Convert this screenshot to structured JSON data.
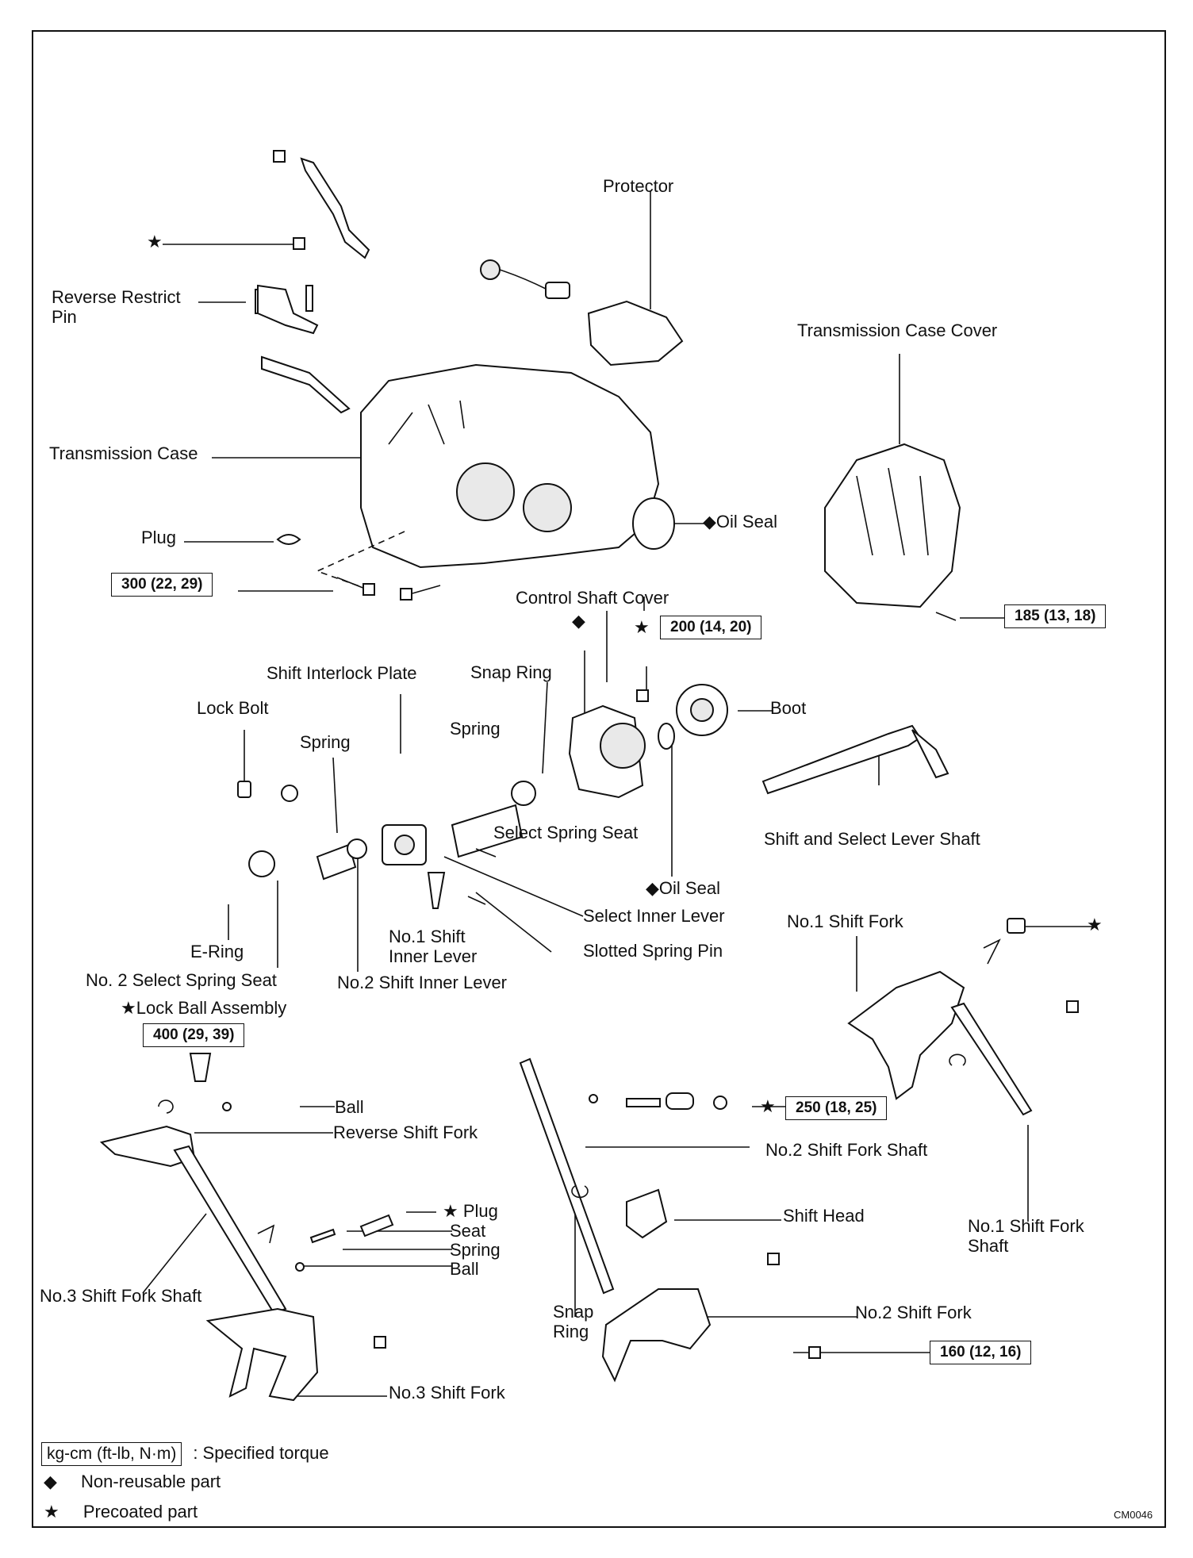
{
  "symbols": {
    "star": "★",
    "diamond": "◆"
  },
  "labels": {
    "protector": "Protector",
    "reverse_restrict_pin": "Reverse Restrict\nPin",
    "transmission_case_cover": "Transmission Case Cover",
    "transmission_case": "Transmission Case",
    "oil_seal_case": "Oil Seal",
    "plug_case": "Plug",
    "control_shaft_cover": "Control Shaft Cover",
    "shift_interlock_plate": "Shift Interlock Plate",
    "snap_ring_top": "Snap Ring",
    "lock_bolt": "Lock Bolt",
    "boot": "Boot",
    "spring_left": "Spring",
    "spring_mid": "Spring",
    "select_spring_seat": "Select Spring Seat",
    "shift_select_lever_shaft": "Shift and Select Lever Shaft",
    "oil_seal_control": "Oil Seal",
    "select_inner_lever": "Select Inner Lever",
    "no1_shift_fork": "No.1 Shift Fork",
    "no1_shift_inner_lever": "No.1 Shift\nInner Lever",
    "slotted_spring_pin": "Slotted Spring Pin",
    "e_ring": "E-Ring",
    "no2_select_spring_seat": "No. 2 Select Spring Seat",
    "no2_shift_inner_lever": "No.2 Shift Inner Lever",
    "lock_ball_assembly": "Lock Ball Assembly",
    "ball_top": "Ball",
    "reverse_shift_fork": "Reverse Shift Fork",
    "no2_shift_fork_shaft": "No.2 Shift Fork Shaft",
    "plug_lower": "Plug",
    "seat": "Seat",
    "spring_lower": "Spring",
    "ball_lower": "Ball",
    "shift_head": "Shift Head",
    "no1_shift_fork_shaft": "No.1 Shift Fork\nShaft",
    "no3_shift_fork_shaft": "No.3 Shift Fork Shaft",
    "snap_ring_lower": "Snap\nRing",
    "no2_shift_fork": "No.2 Shift Fork",
    "no3_shift_fork": "No.3 Shift Fork"
  },
  "torques": {
    "t300": "300 (22, 29)",
    "t185": "185 (13, 18)",
    "t200": "200 (14, 20)",
    "t400": "400 (29, 39)",
    "t250": "250 (18, 25)",
    "t160": "160 (12, 16)"
  },
  "legend": {
    "torque_unit": "kg-cm (ft-lb, N·m)",
    "torque_desc": ":  Specified torque",
    "diamond_desc": "Non-reusable part",
    "star_desc": "Precoated part"
  },
  "figure_code": "CM0046"
}
